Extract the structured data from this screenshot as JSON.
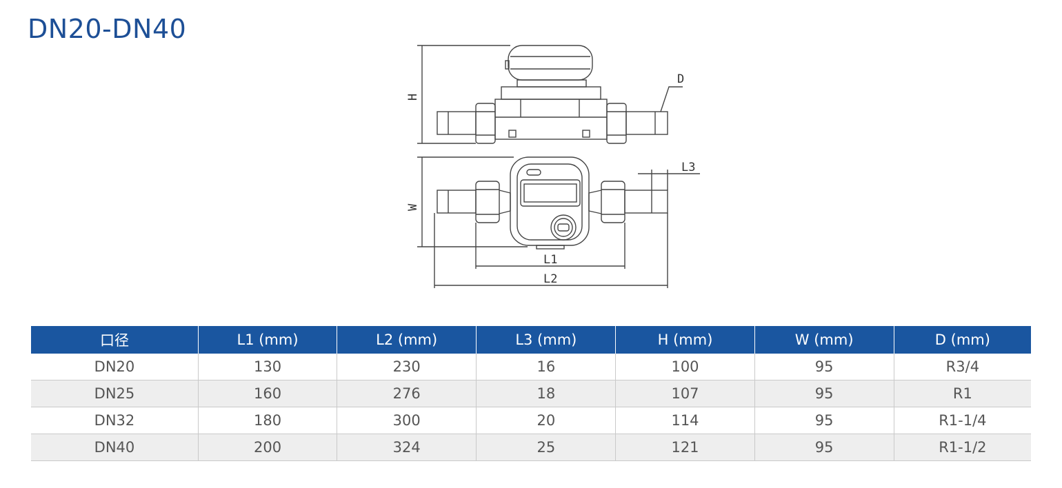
{
  "title": "DN20-DN40",
  "drawing": {
    "labels": {
      "h": "H",
      "d": "D",
      "w": "W",
      "l3": "L3",
      "l1": "L1",
      "l2": "L2"
    }
  },
  "table": {
    "headers": [
      "口径",
      "L1 (mm)",
      "L2 (mm)",
      "L3 (mm)",
      "H (mm)",
      "W (mm)",
      "D (mm)"
    ],
    "rows": [
      [
        "DN20",
        "130",
        "230",
        "16",
        "100",
        "95",
        "R3/4"
      ],
      [
        "DN25",
        "160",
        "276",
        "18",
        "107",
        "95",
        "R1"
      ],
      [
        "DN32",
        "180",
        "300",
        "20",
        "114",
        "95",
        "R1-1/4"
      ],
      [
        "DN40",
        "200",
        "324",
        "25",
        "121",
        "95",
        "R1-1/2"
      ]
    ]
  }
}
